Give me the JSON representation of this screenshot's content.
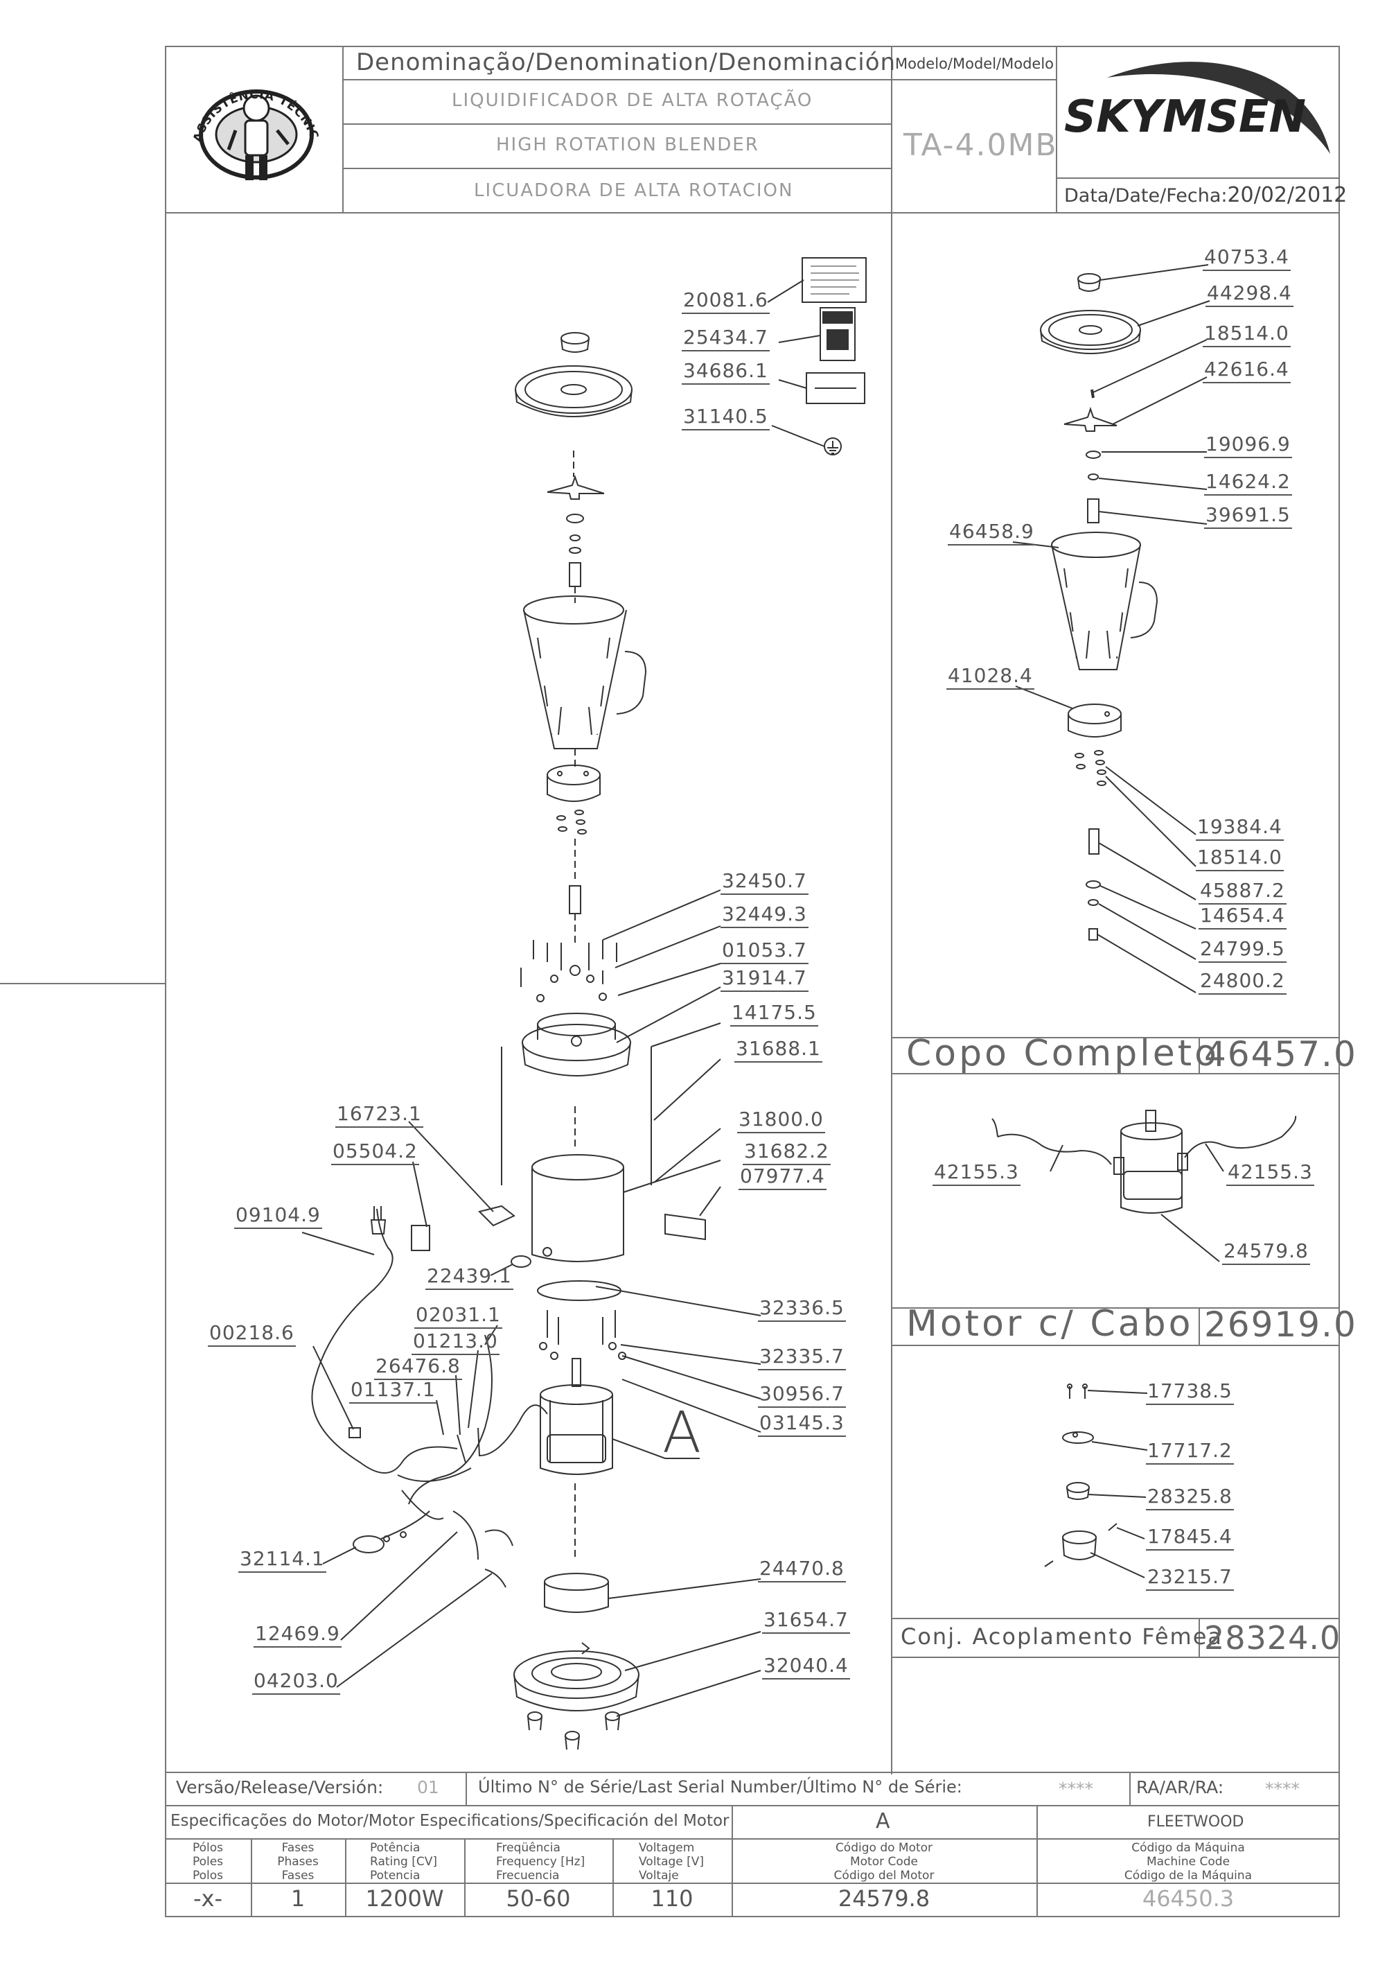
{
  "header": {
    "denomination_title": "Denominação/Denomination/Denominación",
    "name_pt": "LIQUIDIFICADOR DE ALTA ROTAÇÃO",
    "name_en": "HIGH ROTATION BLENDER",
    "name_es": "LICUADORA DE ALTA ROTACION",
    "model_label": "Modelo/Model/Modelo",
    "model_value": "TA-4.0MB",
    "brand": "SKYMSEN",
    "date_label": "Data/Date/Fecha:",
    "date_value": "20/02/2012",
    "badge_text": "ASSISTÊNCIA TÉCNICA AUTORIZADA"
  },
  "main_parts": [
    "20081.6",
    "25434.7",
    "34686.1",
    "31140.5",
    "32450.7",
    "32449.3",
    "01053.7",
    "31914.7",
    "14175.5",
    "31688.1",
    "31800.0",
    "31682.2",
    "07977.4",
    "16723.1",
    "05504.2",
    "09104.9",
    "22439.1",
    "32336.5",
    "02031.1",
    "01213.0",
    "00218.6",
    "26476.8",
    "01137.1",
    "32335.7",
    "30956.7",
    "03145.3",
    "32114.1",
    "24470.8",
    "12469.9",
    "31654.7",
    "32040.4",
    "04203.0"
  ],
  "callout_A": "A",
  "cup_assembly": {
    "parts": [
      "40753.4",
      "44298.4",
      "18514.0",
      "42616.4",
      "19096.9",
      "14624.2",
      "39691.5",
      "46458.9",
      "41028.4",
      "19384.4",
      "18514.0",
      "45887.2",
      "14654.4",
      "24799.5",
      "24800.2"
    ],
    "title": "Copo Completo",
    "code": "46457.0"
  },
  "motor_assembly": {
    "parts": [
      "42155.3",
      "42155.3",
      "24579.8"
    ],
    "title": "Motor c/ Cabo",
    "code": "26919.0"
  },
  "coupling_assembly": {
    "parts": [
      "17738.5",
      "17717.2",
      "28325.8",
      "17845.4",
      "23215.7"
    ],
    "title": "Conj. Acoplamento Fêmea",
    "code": "28324.0"
  },
  "footer": {
    "version_label": "Versão/Release/Versión:",
    "version_value": "01",
    "serial_label": "Último N° de Série/Last Serial Number/Último N° de Série:",
    "serial_value": "****",
    "ra_label": "RA/AR/RA:",
    "ra_value": "****",
    "motor_spec_label": "Especificações do Motor/Motor Especifications/Specificación del Motor",
    "motor_letter": "A",
    "machine_name": "FLEETWOOD",
    "spec_headers": [
      [
        "Pólos",
        "Poles",
        "Polos"
      ],
      [
        "Fases",
        "Phases",
        "Fases"
      ],
      [
        "Potência",
        "Rating [CV]",
        "Potencia"
      ],
      [
        "Freqüência",
        "Frequency [Hz]",
        "Frecuencia"
      ],
      [
        "Voltagem",
        "Voltage [V]",
        "Voltaje"
      ],
      [
        "Código do Motor",
        "Motor Code",
        "Código del Motor"
      ],
      [
        "Código da Máquina",
        "Machine Code",
        "Código de la Máquina"
      ]
    ],
    "spec_values": [
      "-x-",
      "1",
      "1200W",
      "50-60",
      "110",
      "24579.8",
      "46450.3"
    ]
  }
}
